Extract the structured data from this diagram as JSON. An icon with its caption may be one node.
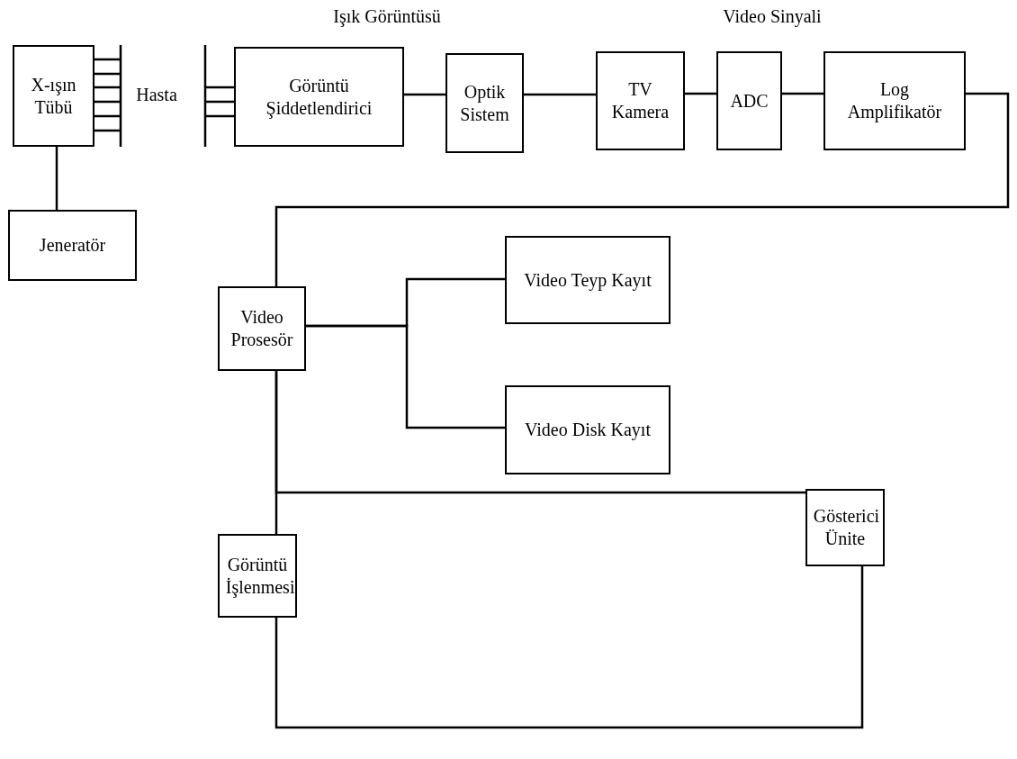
{
  "diagram": {
    "nodes": [
      {
        "text": [
          "X-ışın Tübü"
        ]
      },
      {
        "text": [
          "Jeneratör"
        ]
      },
      {
        "text": [
          "Görüntü Şiddetlendirici"
        ]
      },
      {
        "text": [
          "Optik Sistem"
        ]
      },
      {
        "text": [
          "TV Kamera"
        ]
      },
      {
        "text": [
          "ADC"
        ]
      },
      {
        "text": [
          "Log Amplifikatör"
        ]
      },
      {
        "text": [
          "Video Prosesör"
        ]
      },
      {
        "text": [
          "Video Teyp Kayıt"
        ]
      },
      {
        "text": [
          "Video Disk Kayıt"
        ]
      },
      {
        "text": [
          "Gösterici Ünite"
        ]
      },
      {
        "text": [
          "Görüntü İşlenmesi"
        ]
      }
    ],
    "edges": [
      {
        "from": 0,
        "to": 1,
        "arrow": "none"
      },
      {
        "from": 2,
        "to": 3,
        "arrow": "none"
      },
      {
        "from": 3,
        "to": 4,
        "arrow": "none"
      },
      {
        "from": 4,
        "to": 5,
        "arrow": "none"
      },
      {
        "from": 5,
        "to": 6,
        "arrow": "none"
      },
      {
        "from": 6,
        "to": 7,
        "arrow": "none"
      },
      {
        "from": 7,
        "to": 8,
        "arrow": "none"
      },
      {
        "from": 7,
        "to": 9,
        "arrow": "none"
      },
      {
        "from": 7,
        "to": 10,
        "arrow": "none"
      },
      {
        "from": 7,
        "to": 11,
        "arrow": "none"
      },
      {
        "from": 11,
        "to": 10,
        "arrow": "none"
      }
    ],
    "labels": [
      "Işık Görüntüsü",
      "Video Sinyali",
      "Hasta"
    ]
  }
}
